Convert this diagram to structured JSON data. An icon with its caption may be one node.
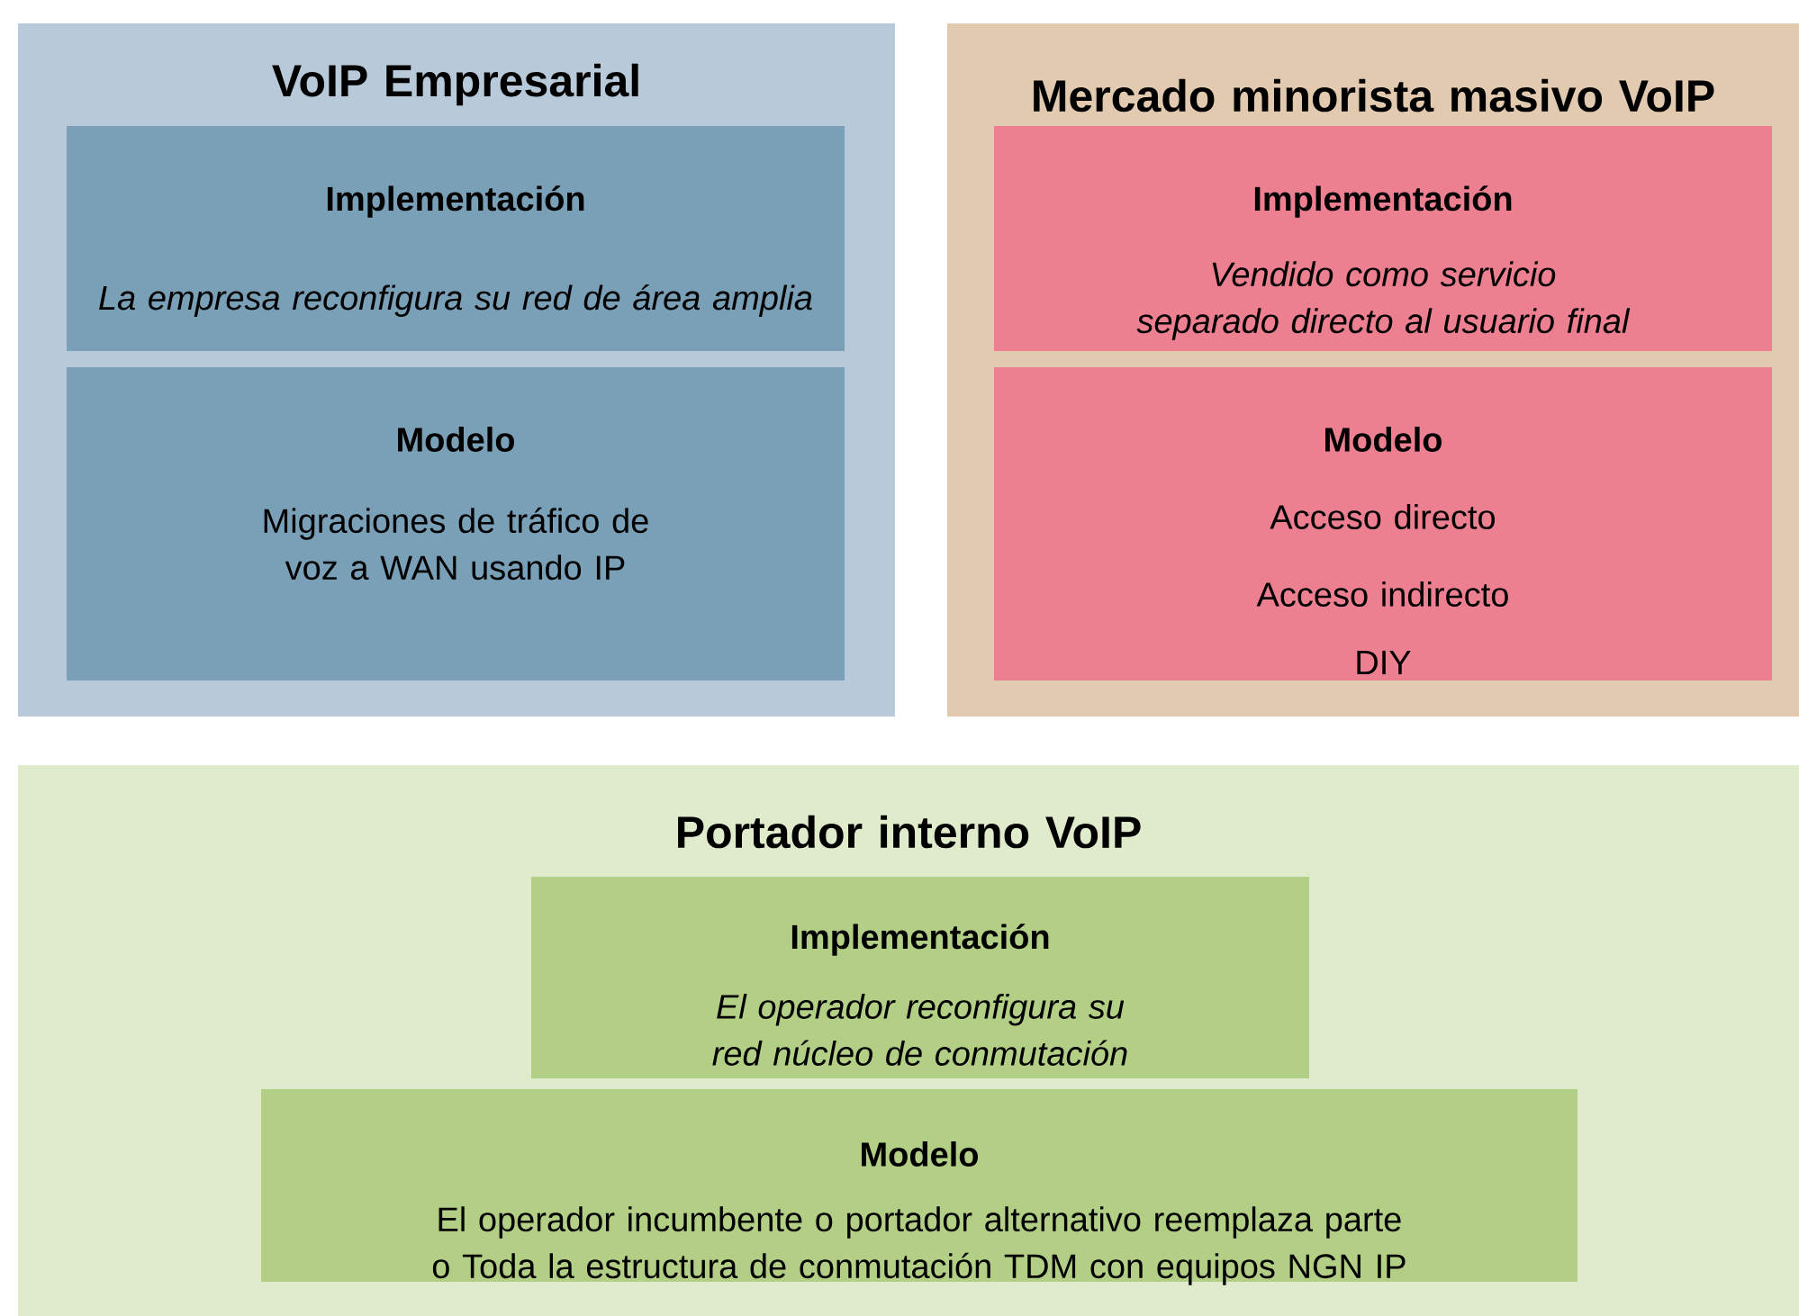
{
  "diagram": {
    "nodes": [
      {
        "text": [
          "VoIP Empresarial"
        ]
      },
      {
        "text": [
          "Implementación",
          "La empresa reconfigura su red de área amplia"
        ],
        "in": 0
      },
      {
        "text": [
          "Modelo",
          "Migraciones de tráfico de voz a WAN usando IP"
        ],
        "in": 0
      },
      {
        "text": [
          "Mercado minorista masivo VoIP"
        ]
      },
      {
        "text": [
          "Implementación",
          "Vendido como servicio separado directo al usuario final"
        ],
        "in": 3
      },
      {
        "text": [
          "Modelo",
          "Acceso directo",
          "Acceso indirecto",
          "DIY"
        ],
        "in": 3
      },
      {
        "text": [
          "Portador interno VoIP"
        ]
      },
      {
        "text": [
          "Implementación",
          "El operador reconfigura su red núcleo de conmutación"
        ],
        "in": 6
      },
      {
        "text": [
          "Modelo",
          "El operador incumbente o portador alternativo reemplaza parte o Toda la estructura de conmutación TDM con equipos NGN IP"
        ],
        "in": 6
      }
    ]
  }
}
